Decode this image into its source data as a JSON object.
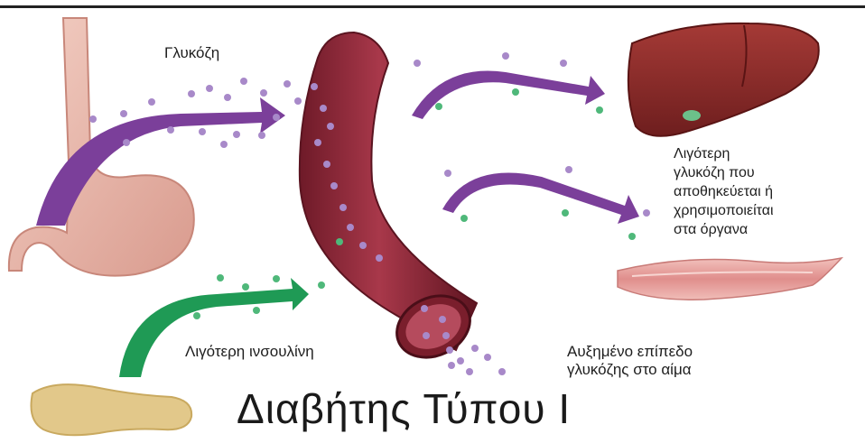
{
  "labels": {
    "glucose": "Γλυκόζη",
    "less_glucose_stored": "Λιγότερη\nγλυκόζη που\nαποθηκεύεται ή\nχρησιμοποιείται\nστα όργανα",
    "less_insulin": "Λιγότερη ινσουλίνη",
    "increased_blood_glucose": "Αυξημένο επίπεδο\nγλυκόζης στο αίμα"
  },
  "title": "Διαβήτης Τύπου Ι",
  "colors": {
    "glucose_dot": "#a889c9",
    "insulin_dot": "#4fb87a",
    "glucose_arrow": "#7b3f9a",
    "insulin_arrow": "#1f9a55",
    "vessel": "#8f2636",
    "liver": "#8c2a2a",
    "stomach": "#e8b6aa",
    "pancreas": "#e2c88a",
    "muscle": "#e6a3a0"
  },
  "icons": [
    "stomach-illustration",
    "pancreas-illustration",
    "blood-vessel-illustration",
    "liver-illustration",
    "muscle-illustration"
  ]
}
